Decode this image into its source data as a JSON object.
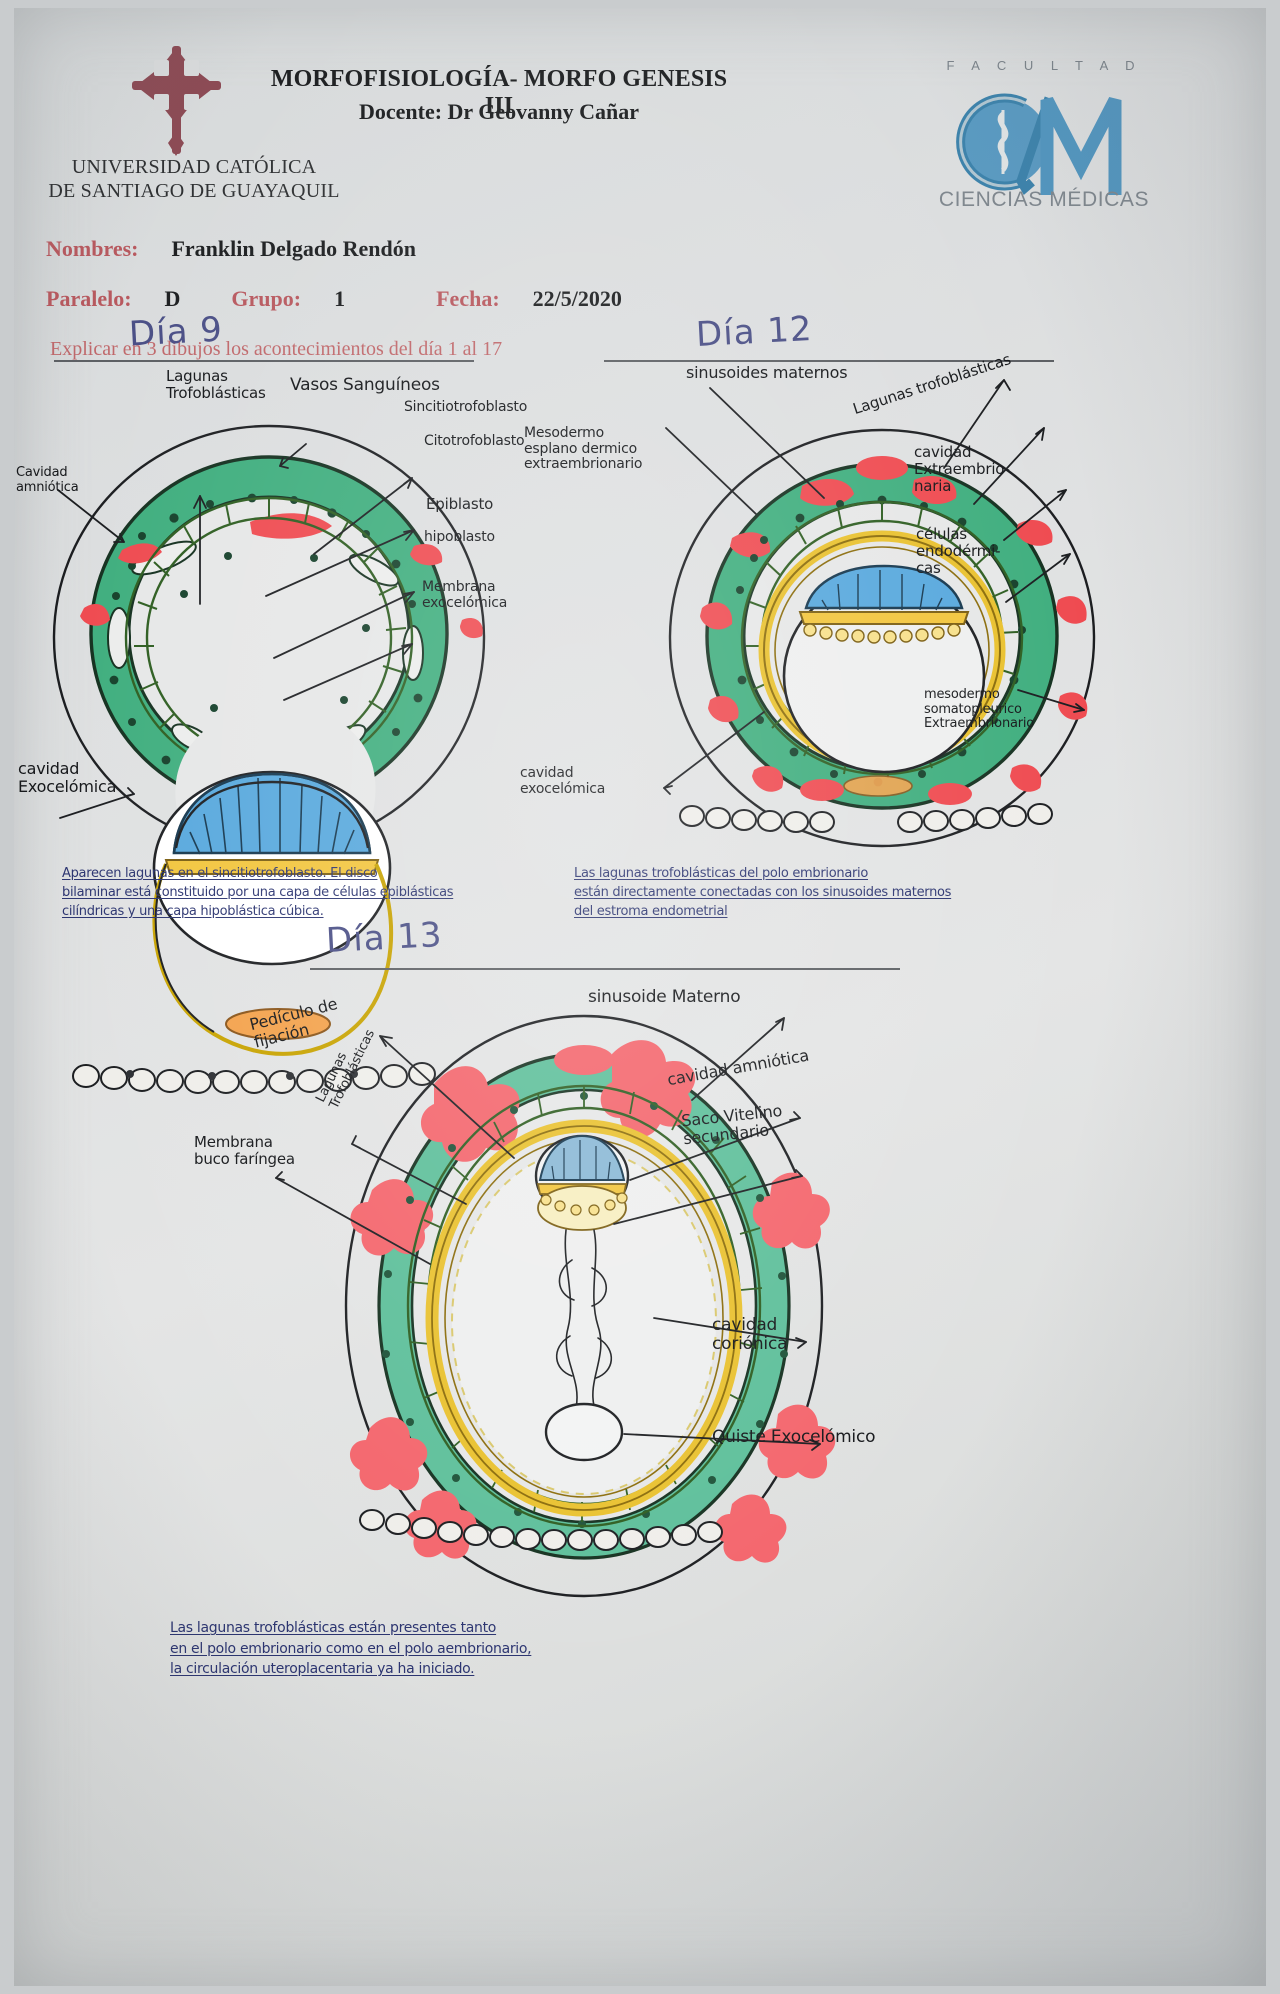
{
  "header": {
    "university_line1": "UNIVERSIDAD CATÓLICA",
    "university_line2": "DE SANTIAGO DE GUAYAQUIL",
    "course_title": "MORFOFISIOLOGÍA- MORFO GENESIS III",
    "teacher": "Docente: Dr Geovanny Cañar",
    "faculty_logo_top": "F A C U L T A D",
    "faculty_logo_bottom": "CIENCIAS MÉDICAS",
    "fields": {
      "nombres_label": "Nombres:",
      "nombres_value": "Franklin Delgado Rendón",
      "paralelo_label": "Paralelo:",
      "paralelo_value": "D",
      "grupo_label": "Grupo:",
      "grupo_value": "1",
      "fecha_label": "Fecha:",
      "fecha_value": "22/5/2020"
    },
    "instruction": "Explicar en 3 dibujos los acontecimientos del día 1 al 17"
  },
  "colors": {
    "accent_red": "#b8595f",
    "instruction_red": "#c0686b",
    "logo_maroon": "#8c4b55",
    "cm_blue": "#4f93bd",
    "ink_black": "#15171a",
    "ink_blue": "#3c4382",
    "trophoblast_green": "#3fae7e",
    "cyto_green": "#7ec64a",
    "blood_red": "#ef4a50",
    "yolk_yellow": "#f0c game"
  },
  "panels": [
    {
      "id": "dia9",
      "title": "Día 9",
      "labels": [
        {
          "name": "lagunas-trofoblasticas",
          "text": "Lagunas\nTrofoblásticas"
        },
        {
          "name": "vasos-sanguineos",
          "text": "Vasos Sanguíneos"
        },
        {
          "name": "sincitiotrofoblasto",
          "text": "Sincitiotrofoblasto"
        },
        {
          "name": "citotrofoblasto",
          "text": "Citotrofoblasto"
        },
        {
          "name": "epiblasto",
          "text": "Epiblasto"
        },
        {
          "name": "hipoblasto",
          "text": "hipoblasto"
        },
        {
          "name": "membrana-exocelomica",
          "text": "Membrana\nexocelómica"
        },
        {
          "name": "cavidad-amniotica",
          "text": "Cavidad\namniótica"
        },
        {
          "name": "cavidad-exocelomica",
          "text": "cavidad\nExocelómica"
        }
      ],
      "note": "Aparecen lagunas en el sincitiotrofoblasto. El disco\nbilaminar está constituido por una capa de células epiblásticas\ncilíndricas y una capa hipoblástica cúbica."
    },
    {
      "id": "dia12",
      "title": "Día 12",
      "labels": [
        {
          "name": "sinusoides-maternos",
          "text": "sinusoides maternos"
        },
        {
          "name": "lagunas-trofoblasticas",
          "text": "Lagunas trofoblásticas"
        },
        {
          "name": "mesodermo-esplacnico",
          "text": "Mesodermo\nesplano dermico\nextraembrionario"
        },
        {
          "name": "cavidad-extraembrionaria",
          "text": "cavidad\nExtraembrio-\nnaria"
        },
        {
          "name": "celulas-endodermicas",
          "text": "células\nendodérmi-\ncas"
        },
        {
          "name": "mesodermo-somatopleurico",
          "text": "mesodermo\nsomatopleurico\nExtraembrionario"
        },
        {
          "name": "cavidad-exocelomica",
          "text": "cavidad\nexocelómica"
        }
      ],
      "note": "Las lagunas trofoblásticas del polo embrionario\nestán directamente conectadas con los sinusoides maternos\ndel estroma endometrial"
    },
    {
      "id": "dia13",
      "title": "Día 13",
      "labels": [
        {
          "name": "pediculo-de-fijacion",
          "text": "Pedículo de\nfijación"
        },
        {
          "name": "lagunas-trofoblasticas",
          "text": "Lagunas\nTrofoblásticas"
        },
        {
          "name": "membrana-bucofaringea",
          "text": "Membrana\nbuco faríngea"
        },
        {
          "name": "sinusoide-materno",
          "text": "sinusoide Materno"
        },
        {
          "name": "cavidad-amniotica",
          "text": "cavidad amniótica"
        },
        {
          "name": "saco-vitelino-secundario",
          "text": "Saco Vitelino\nsecundario"
        },
        {
          "name": "cavidad-corionica",
          "text": "cavidad\ncoriónica"
        },
        {
          "name": "quiste-exocelomico",
          "text": "Quiste Exocelómico"
        }
      ],
      "note": "Las lagunas trofoblásticas están presentes tanto\nen el polo embrionario como en el polo aembrionario,\nla circulación uteroplacentaria ya ha iniciado."
    }
  ]
}
